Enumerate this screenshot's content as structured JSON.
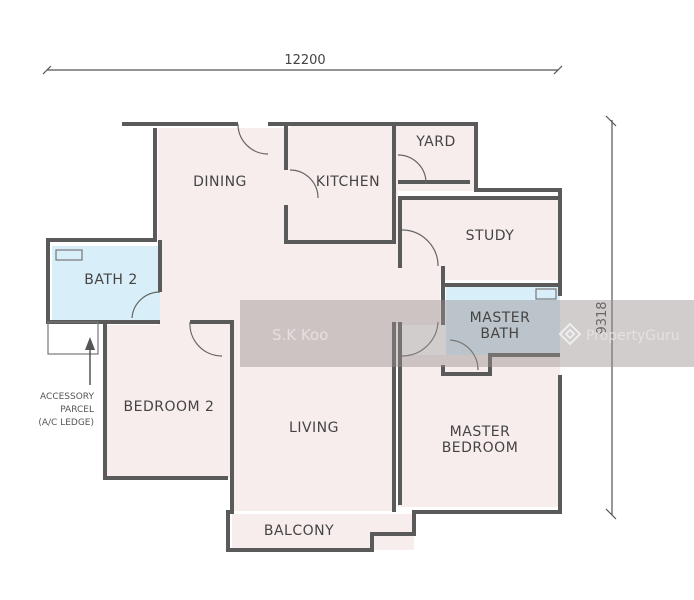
{
  "dimensions": {
    "width_label": "12200",
    "depth_label": "9318"
  },
  "rooms": {
    "dining": "DINING",
    "kitchen": "KITCHEN",
    "yard": "YARD",
    "study": "STUDY",
    "bath2": "BATH 2",
    "master_bath_line1": "MASTER",
    "master_bath_line2": "BATH",
    "bedroom2": "BEDROOM 2",
    "living": "LIVING",
    "master_bedroom_line1": "MASTER",
    "master_bedroom_line2": "BEDROOM",
    "balcony": "BALCONY"
  },
  "annotation": {
    "line1": "ACCESSORY",
    "line2": "PARCEL",
    "line3": "(A/C LEDGE)"
  },
  "watermark": {
    "agent": "S.K Koo",
    "brand": "PropertyGuru"
  },
  "colors": {
    "room": "#f8eded",
    "bath": "#d8eef9",
    "wall": "#5a5a5a"
  }
}
